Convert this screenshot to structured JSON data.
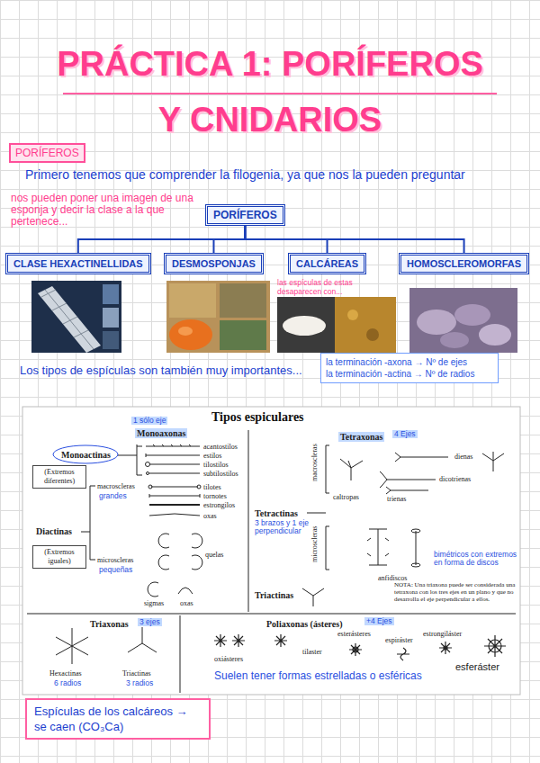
{
  "diagram": {
    "title": "PRÁCTICA 1: PORÍFEROS Y CNIDARIOS",
    "nodes": [
      {
        "text": [
          "PORÍFEROS"
        ]
      },
      {
        "text": [
          "PORÍFEROS"
        ]
      },
      {
        "text": [
          "CLASE HEXACTINELLIDAS"
        ]
      },
      {
        "text": [
          "DESMOSPONJAS"
        ]
      },
      {
        "text": [
          "CALCÁREAS"
        ]
      },
      {
        "text": [
          "HOMOSCLEROMORFAS"
        ]
      },
      {
        "text": [
          "la terminación -axona → Nº de ejes",
          "la terminación -actina → Nº de radios"
        ]
      },
      {
        "text": [
          "(Extremos diferentes)"
        ]
      },
      {
        "text": [
          "(Extremos iguales)"
        ]
      },
      {
        "text": [
          "Espículas de los calcáreos → se caen (CO₃Ca)"
        ]
      }
    ],
    "edges": [
      {
        "from": 1,
        "to": 2,
        "arrow": "none"
      },
      {
        "from": 1,
        "to": 3,
        "arrow": "none"
      },
      {
        "from": 1,
        "to": 4,
        "arrow": "none"
      },
      {
        "from": 1,
        "to": 5,
        "arrow": "none"
      }
    ],
    "labels": [
      "Primero tenemos que comprender la filogenia, ya que nos la pueden preguntar",
      "nos pueden poner una imagen de una esponja y decir la clase a la que pertenece...",
      "las espículas de estas desaparecen con...",
      "Los tipos de espículas son también muy importantes...",
      "Tipos espiculares",
      "1 sólo eje",
      "Monoaxonas",
      "Monoactinas",
      "acantostilos",
      "estilos",
      "tilostilos",
      "subtilostilos",
      "macroscleras",
      "grandes",
      "tilotes",
      "tornotes",
      "estrongilos",
      "oxas",
      "Diactinas",
      "microscleras",
      "pequeñas",
      "quelas",
      "sigmas",
      "oxas",
      "Tetraxonas",
      "4 Ejes",
      "dienas",
      "dicotrienas",
      "macroscleras",
      "caltropas",
      "trienas",
      "Tetractinas",
      "3 brazos y 1 eje perpendicular",
      "microscleras",
      "anfidiscos",
      "bimétricos con extremos en forma de discos",
      "NOTA: Una triaxona puede ser considerada una tetraxona con los tres ejes en un plano y que no desarrolla el eje perpendicular a ellos.",
      "Triactinas",
      "Triaxonas",
      "3 ejes",
      "Hexactinas",
      "6 radios",
      "Triactinas",
      "3 radios",
      "Poliaxonas (ásteres)",
      "+4 Ejes",
      "oxiásteres",
      "tilaster",
      "esterásteres",
      "espiráster",
      "estrongiláster",
      "esferáster",
      "Suelen tener formas estrelladas o esféricas"
    ]
  }
}
